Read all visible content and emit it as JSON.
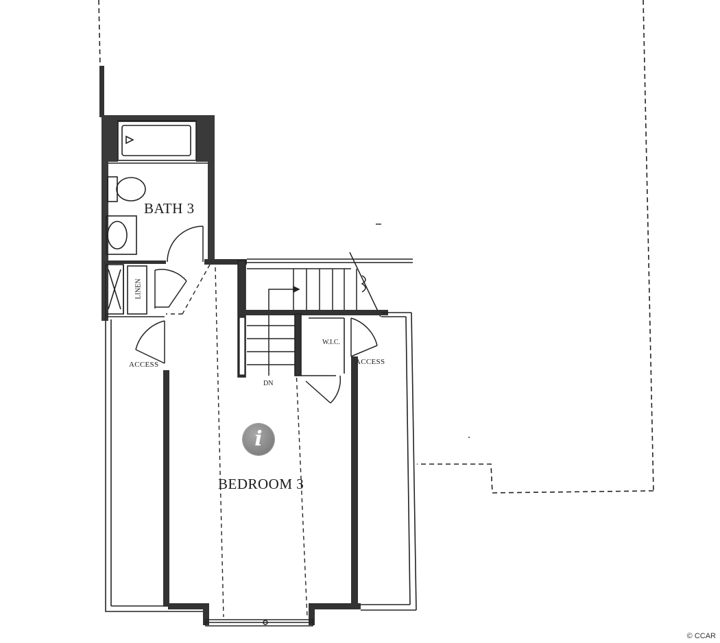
{
  "rooms": {
    "bath": "BATH 3",
    "bedroom": "BEDROOM 3",
    "linen": "LINEN",
    "wic": "W.I.C.",
    "access_left": "ACCESS",
    "access_right": "ACCESS",
    "stairs_down": "DN"
  },
  "info_icon": "i",
  "copyright": "© CCAR",
  "colors": {
    "wall": "#2a2a2a",
    "wall_fill": "#4a4a4a",
    "background": "#ffffff"
  }
}
